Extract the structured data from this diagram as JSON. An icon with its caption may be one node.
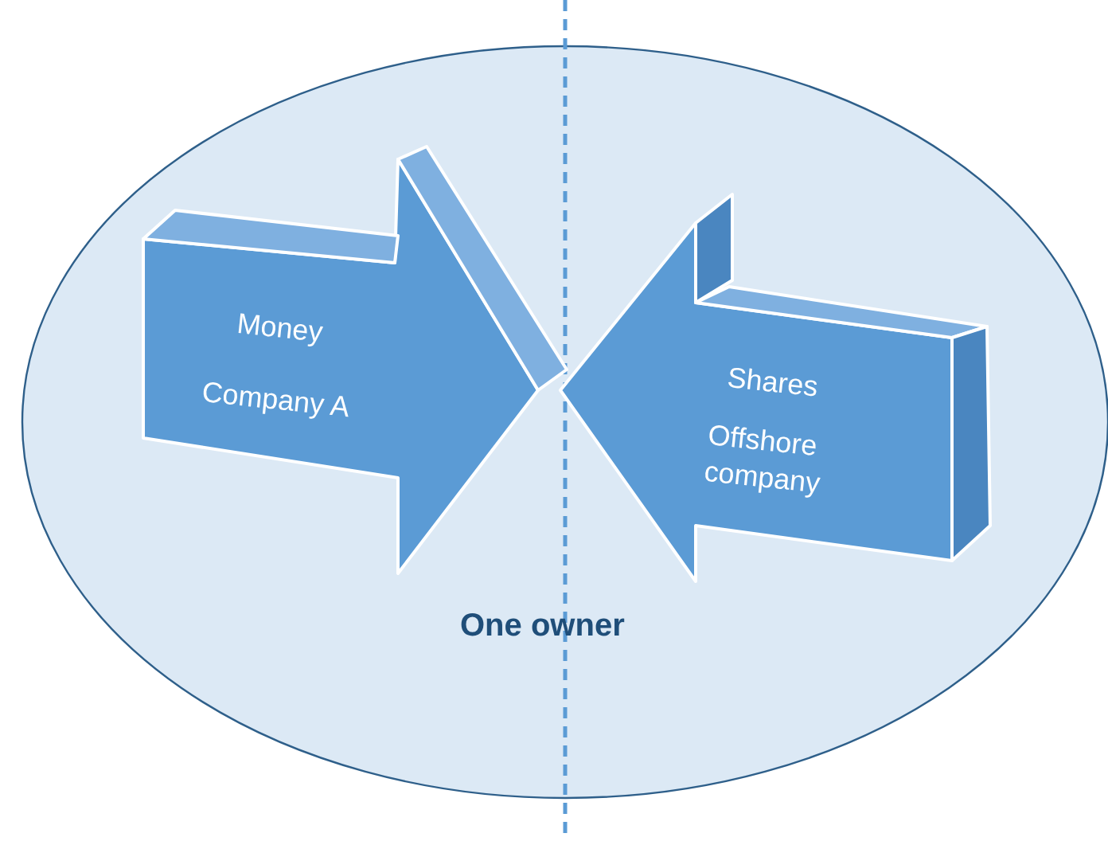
{
  "diagram": {
    "nodes": [
      {
        "text": [
          "One owner"
        ]
      },
      {
        "text": [
          "Money",
          "Company A"
        ],
        "in": 0
      },
      {
        "text": [
          "Shares",
          "Offshore company"
        ],
        "in": 0
      }
    ]
  }
}
